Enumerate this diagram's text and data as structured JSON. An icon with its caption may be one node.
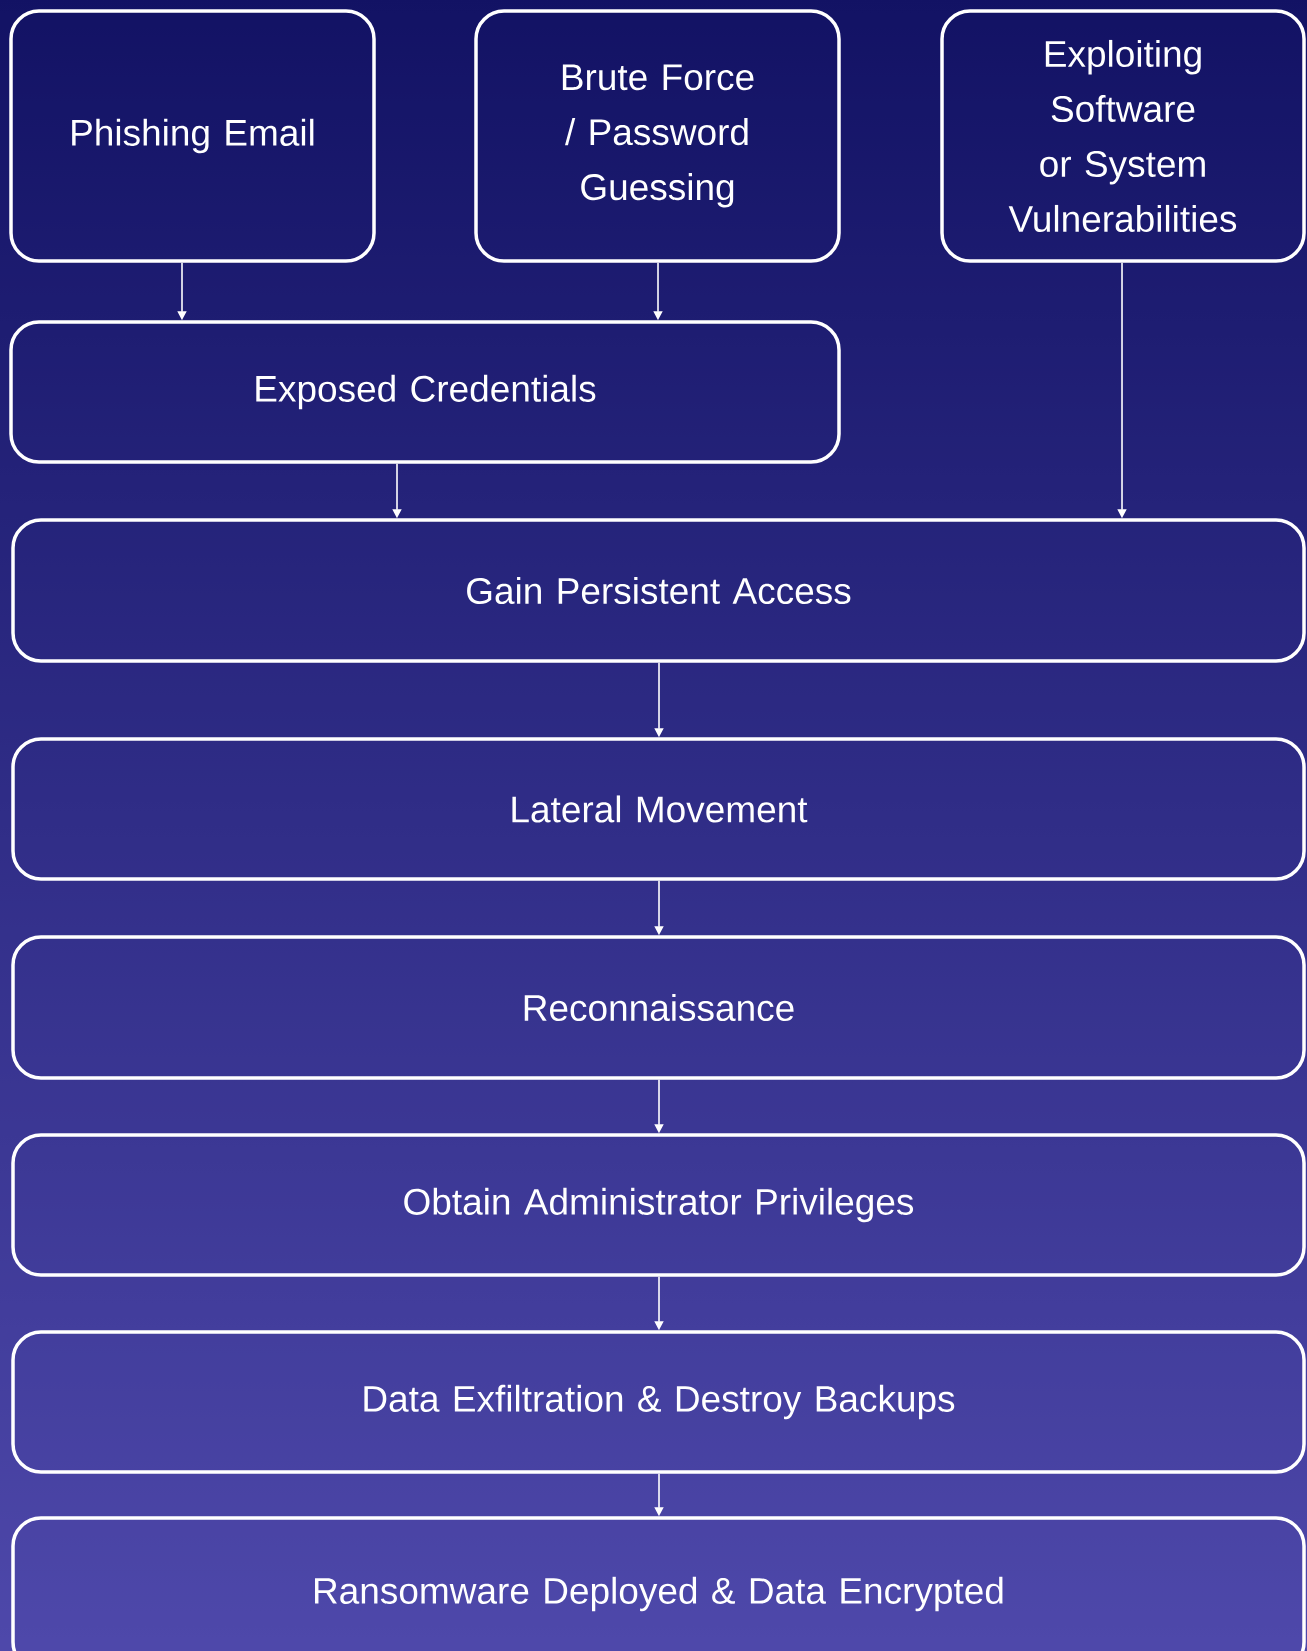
{
  "diagram": {
    "nodes": [
      {
        "text": [
          "Phishing Email"
        ]
      },
      {
        "text": [
          "Brute Force / Password Guessing"
        ]
      },
      {
        "text": [
          "Exploiting Software or System Vulnerabilities"
        ]
      },
      {
        "text": [
          "Exposed Credentials"
        ]
      },
      {
        "text": [
          "Gain Persistent Access"
        ]
      },
      {
        "text": [
          "Lateral Movement"
        ]
      },
      {
        "text": [
          "Reconnaissance"
        ]
      },
      {
        "text": [
          "Obtain Administrator Privileges"
        ]
      },
      {
        "text": [
          "Data Exfiltration & Destroy Backups"
        ]
      },
      {
        "text": [
          "Ransomware Deployed & Data Encrypted"
        ]
      }
    ],
    "edges": [
      {
        "from": 0,
        "to": 3,
        "arrow": "to"
      },
      {
        "from": 1,
        "to": 3,
        "arrow": "to"
      },
      {
        "from": 3,
        "to": 4,
        "arrow": "to"
      },
      {
        "from": 2,
        "to": 4,
        "arrow": "to"
      },
      {
        "from": 4,
        "to": 5,
        "arrow": "to"
      },
      {
        "from": 5,
        "to": 6,
        "arrow": "to"
      },
      {
        "from": 6,
        "to": 7,
        "arrow": "to"
      },
      {
        "from": 7,
        "to": 8,
        "arrow": "to"
      },
      {
        "from": 8,
        "to": 9,
        "arrow": "to"
      }
    ]
  }
}
